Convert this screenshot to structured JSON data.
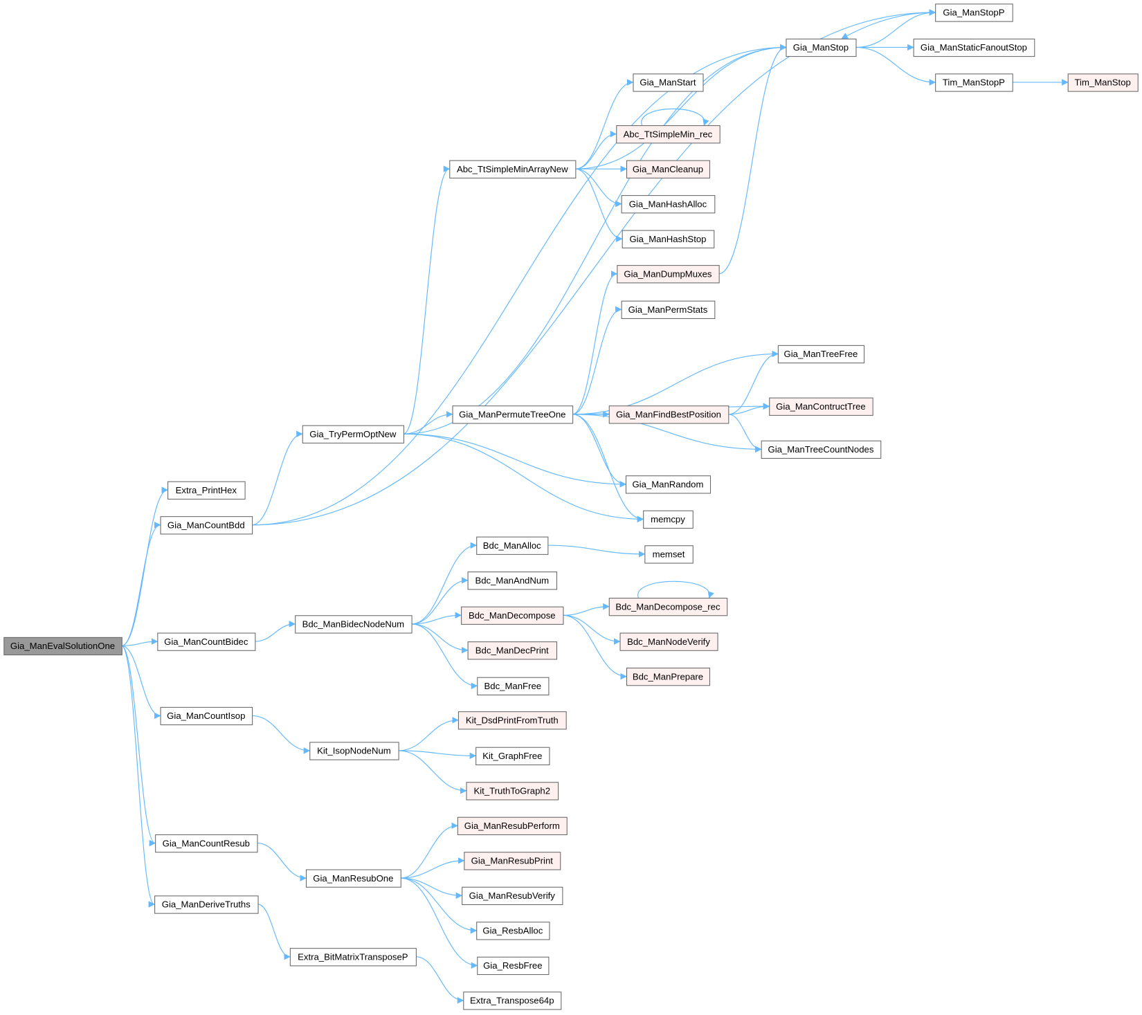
{
  "title": "Call graph of Gia_ManEvalSolutionOne",
  "colors": {
    "edge": "#63b8ff",
    "root_fill": "#999999",
    "root_stroke": "#666666",
    "normal_fill": "#ffffff",
    "normal_stroke": "#666666",
    "external_fill": "#fff0f0",
    "external_stroke": "#ff0000"
  },
  "nodes": [
    {
      "id": "Gia_ManEvalSolutionOne",
      "kind": "root"
    },
    {
      "id": "Extra_PrintHex",
      "kind": "normal"
    },
    {
      "id": "Gia_ManCountBdd",
      "kind": "normal"
    },
    {
      "id": "Gia_ManCountBidec",
      "kind": "normal"
    },
    {
      "id": "Gia_ManCountIsop",
      "kind": "normal"
    },
    {
      "id": "Gia_ManCountResub",
      "kind": "normal"
    },
    {
      "id": "Gia_ManDeriveTruths",
      "kind": "normal"
    },
    {
      "id": "Gia_TryPermOptNew",
      "kind": "normal"
    },
    {
      "id": "Bdc_ManBidecNodeNum",
      "kind": "normal"
    },
    {
      "id": "Kit_IsopNodeNum",
      "kind": "normal"
    },
    {
      "id": "Gia_ManResubOne",
      "kind": "normal"
    },
    {
      "id": "Extra_BitMatrixTransposeP",
      "kind": "normal"
    },
    {
      "id": "Abc_TtSimpleMinArrayNew",
      "kind": "normal"
    },
    {
      "id": "Gia_ManPermuteTreeOne",
      "kind": "normal"
    },
    {
      "id": "Bdc_ManAlloc",
      "kind": "normal"
    },
    {
      "id": "Bdc_ManAndNum",
      "kind": "normal"
    },
    {
      "id": "Bdc_ManDecompose",
      "kind": "external"
    },
    {
      "id": "Bdc_ManDecPrint",
      "kind": "external"
    },
    {
      "id": "Bdc_ManFree",
      "kind": "normal"
    },
    {
      "id": "Kit_DsdPrintFromTruth",
      "kind": "external"
    },
    {
      "id": "Kit_GraphFree",
      "kind": "normal"
    },
    {
      "id": "Kit_TruthToGraph2",
      "kind": "external"
    },
    {
      "id": "Gia_ManResubPerform",
      "kind": "external"
    },
    {
      "id": "Gia_ManResubPrint",
      "kind": "external"
    },
    {
      "id": "Gia_ManResubVerify",
      "kind": "normal"
    },
    {
      "id": "Gia_ResbAlloc",
      "kind": "normal"
    },
    {
      "id": "Gia_ResbFree",
      "kind": "normal"
    },
    {
      "id": "Extra_Transpose64p",
      "kind": "normal"
    },
    {
      "id": "Gia_ManStart",
      "kind": "normal"
    },
    {
      "id": "Abc_TtSimpleMin_rec",
      "kind": "external"
    },
    {
      "id": "Gia_ManCleanup",
      "kind": "external"
    },
    {
      "id": "Gia_ManHashAlloc",
      "kind": "normal"
    },
    {
      "id": "Gia_ManHashStop",
      "kind": "normal"
    },
    {
      "id": "Gia_ManDumpMuxes",
      "kind": "external"
    },
    {
      "id": "Gia_ManPermStats",
      "kind": "normal"
    },
    {
      "id": "Gia_ManFindBestPosition",
      "kind": "external"
    },
    {
      "id": "Gia_ManRandom",
      "kind": "normal"
    },
    {
      "id": "memcpy",
      "kind": "normal"
    },
    {
      "id": "memset",
      "kind": "normal"
    },
    {
      "id": "Bdc_ManDecompose_rec",
      "kind": "external"
    },
    {
      "id": "Bdc_ManNodeVerify",
      "kind": "external"
    },
    {
      "id": "Bdc_ManPrepare",
      "kind": "external"
    },
    {
      "id": "Gia_ManStop",
      "kind": "normal"
    },
    {
      "id": "Gia_ManStopP",
      "kind": "normal"
    },
    {
      "id": "Gia_ManStaticFanoutStop",
      "kind": "normal"
    },
    {
      "id": "Tim_ManStopP",
      "kind": "normal"
    },
    {
      "id": "Tim_ManStop",
      "kind": "external"
    },
    {
      "id": "Gia_ManTreeFree",
      "kind": "normal"
    },
    {
      "id": "Gia_ManContructTree",
      "kind": "external"
    },
    {
      "id": "Gia_ManTreeCountNodes",
      "kind": "normal"
    }
  ],
  "edges": [
    [
      "Gia_ManEvalSolutionOne",
      "Extra_PrintHex"
    ],
    [
      "Gia_ManEvalSolutionOne",
      "Gia_ManCountBdd"
    ],
    [
      "Gia_ManEvalSolutionOne",
      "Gia_ManCountBidec"
    ],
    [
      "Gia_ManEvalSolutionOne",
      "Gia_ManCountIsop"
    ],
    [
      "Gia_ManEvalSolutionOne",
      "Gia_ManCountResub"
    ],
    [
      "Gia_ManEvalSolutionOne",
      "Gia_ManDeriveTruths"
    ],
    [
      "Gia_ManCountBdd",
      "Gia_TryPermOptNew"
    ],
    [
      "Gia_ManCountBdd",
      "Gia_ManStop"
    ],
    [
      "Gia_ManCountBdd",
      "Gia_ManStopP"
    ],
    [
      "Gia_ManCountBidec",
      "Bdc_ManBidecNodeNum"
    ],
    [
      "Gia_ManCountIsop",
      "Kit_IsopNodeNum"
    ],
    [
      "Gia_ManCountResub",
      "Gia_ManResubOne"
    ],
    [
      "Gia_ManDeriveTruths",
      "Extra_BitMatrixTransposeP"
    ],
    [
      "Gia_TryPermOptNew",
      "Abc_TtSimpleMinArrayNew"
    ],
    [
      "Gia_TryPermOptNew",
      "Gia_ManPermuteTreeOne"
    ],
    [
      "Gia_TryPermOptNew",
      "Gia_ManRandom"
    ],
    [
      "Gia_TryPermOptNew",
      "memcpy"
    ],
    [
      "Gia_TryPermOptNew",
      "Gia_ManStop"
    ],
    [
      "Abc_TtSimpleMinArrayNew",
      "Gia_ManStop"
    ],
    [
      "Abc_TtSimpleMinArrayNew",
      "Gia_ManStart"
    ],
    [
      "Abc_TtSimpleMinArrayNew",
      "Abc_TtSimpleMin_rec"
    ],
    [
      "Abc_TtSimpleMinArrayNew",
      "Gia_ManCleanup"
    ],
    [
      "Abc_TtSimpleMinArrayNew",
      "Gia_ManHashAlloc"
    ],
    [
      "Abc_TtSimpleMinArrayNew",
      "Gia_ManHashStop"
    ],
    [
      "Abc_TtSimpleMin_rec",
      "Abc_TtSimpleMin_rec"
    ],
    [
      "Gia_ManPermuteTreeOne",
      "Gia_ManDumpMuxes"
    ],
    [
      "Gia_ManPermuteTreeOne",
      "Gia_ManPermStats"
    ],
    [
      "Gia_ManPermuteTreeOne",
      "Gia_ManTreeFree"
    ],
    [
      "Gia_ManPermuteTreeOne",
      "Gia_ManContructTree"
    ],
    [
      "Gia_ManPermuteTreeOne",
      "Gia_ManFindBestPosition"
    ],
    [
      "Gia_ManPermuteTreeOne",
      "Gia_ManTreeCountNodes"
    ],
    [
      "Gia_ManPermuteTreeOne",
      "Gia_ManRandom"
    ],
    [
      "Gia_ManPermuteTreeOne",
      "memcpy"
    ],
    [
      "Gia_ManFindBestPosition",
      "Gia_ManTreeFree"
    ],
    [
      "Gia_ManFindBestPosition",
      "Gia_ManContructTree"
    ],
    [
      "Gia_ManFindBestPosition",
      "Gia_ManTreeCountNodes"
    ],
    [
      "Gia_ManDumpMuxes",
      "Gia_ManStop"
    ],
    [
      "Gia_ManStop",
      "Gia_ManStopP"
    ],
    [
      "Gia_ManStop",
      "Gia_ManStaticFanoutStop"
    ],
    [
      "Gia_ManStop",
      "Tim_ManStopP"
    ],
    [
      "Gia_ManStopP",
      "Gia_ManStop"
    ],
    [
      "Tim_ManStopP",
      "Tim_ManStop"
    ],
    [
      "Bdc_ManBidecNodeNum",
      "Bdc_ManAlloc"
    ],
    [
      "Bdc_ManBidecNodeNum",
      "Bdc_ManAndNum"
    ],
    [
      "Bdc_ManBidecNodeNum",
      "Bdc_ManDecompose"
    ],
    [
      "Bdc_ManBidecNodeNum",
      "Bdc_ManDecPrint"
    ],
    [
      "Bdc_ManBidecNodeNum",
      "Bdc_ManFree"
    ],
    [
      "Bdc_ManAlloc",
      "memset"
    ],
    [
      "Bdc_ManDecompose",
      "Bdc_ManDecompose_rec"
    ],
    [
      "Bdc_ManDecompose",
      "Bdc_ManNodeVerify"
    ],
    [
      "Bdc_ManDecompose",
      "Bdc_ManPrepare"
    ],
    [
      "Bdc_ManDecompose_rec",
      "Bdc_ManDecompose_rec"
    ],
    [
      "Kit_IsopNodeNum",
      "Kit_DsdPrintFromTruth"
    ],
    [
      "Kit_IsopNodeNum",
      "Kit_GraphFree"
    ],
    [
      "Kit_IsopNodeNum",
      "Kit_TruthToGraph2"
    ],
    [
      "Gia_ManResubOne",
      "Gia_ManResubPerform"
    ],
    [
      "Gia_ManResubOne",
      "Gia_ManResubPrint"
    ],
    [
      "Gia_ManResubOne",
      "Gia_ManResubVerify"
    ],
    [
      "Gia_ManResubOne",
      "Gia_ResbAlloc"
    ],
    [
      "Gia_ManResubOne",
      "Gia_ResbFree"
    ],
    [
      "Extra_BitMatrixTransposeP",
      "Extra_Transpose64p"
    ]
  ]
}
